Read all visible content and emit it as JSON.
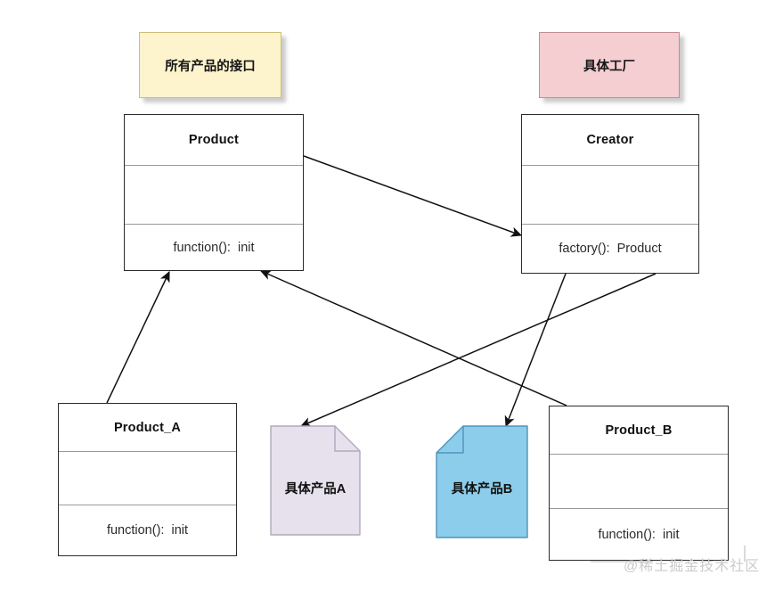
{
  "diagram": {
    "title": "Factory Method Pattern UML",
    "colors": {
      "note_yellow_fill": "#fdf3cd",
      "note_yellow_border": "#cdbf72",
      "note_pink_fill": "#f5ced2",
      "note_pink_border": "#c48b95",
      "doc_lavender_fill": "#e6e1ec",
      "doc_lavender_border": "#b0a8bd",
      "doc_blue_fill": "#8bcdea",
      "doc_blue_border": "#4f93bb",
      "box_border": "#2b2b2b",
      "divider": "#9a9a9a",
      "edge": "#111111",
      "watermark": "#cbcbcb"
    }
  },
  "notes": [
    {
      "id": "note-interface",
      "label": "所有产品的接口"
    },
    {
      "id": "note-factory",
      "label": "具体工厂"
    }
  ],
  "classes": [
    {
      "id": "product",
      "name": "Product",
      "attributes": "",
      "methods": "function():  init"
    },
    {
      "id": "creator",
      "name": "Creator",
      "attributes": "",
      "methods": "factory():  Product"
    },
    {
      "id": "product-a",
      "name": "Product_A",
      "attributes": "",
      "methods": "function():  init"
    },
    {
      "id": "product-b",
      "name": "Product_B",
      "attributes": "",
      "methods": "function():  init"
    }
  ],
  "documents": [
    {
      "id": "doc-product-a",
      "label": "具体产品A",
      "fold": "top-right"
    },
    {
      "id": "doc-product-b",
      "label": "具体产品B",
      "fold": "top-left"
    }
  ],
  "edges": [
    {
      "id": "edge-product-to-creator",
      "from": "Product",
      "to": "Creator"
    },
    {
      "id": "edge-product-a-to-product",
      "from": "Product_A",
      "to": "Product"
    },
    {
      "id": "edge-product-b-to-product",
      "from": "Product_B",
      "to": "Product"
    },
    {
      "id": "edge-creator-to-doc-a",
      "from": "Creator",
      "to": "具体产品A"
    },
    {
      "id": "edge-creator-to-doc-b",
      "from": "Creator",
      "to": "具体产品B"
    }
  ],
  "watermark": {
    "text": "@稀土掘金技术社区"
  }
}
